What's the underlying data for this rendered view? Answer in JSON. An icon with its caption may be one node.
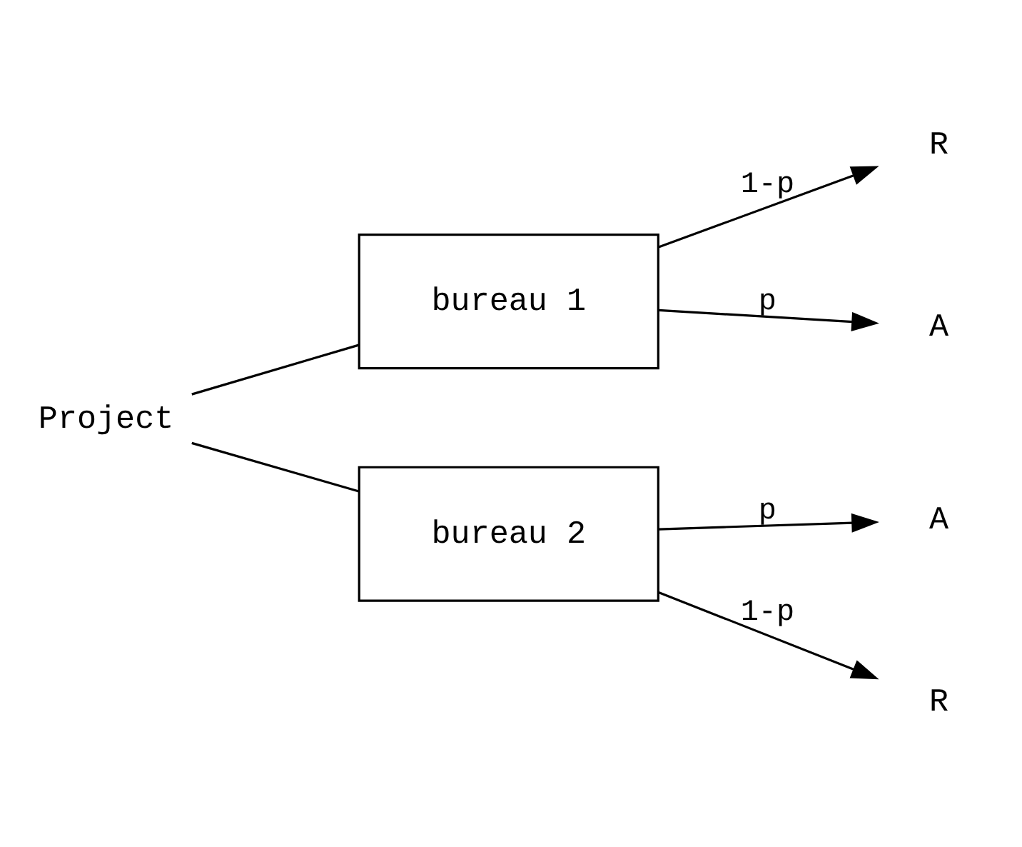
{
  "diagram": {
    "nodes": [
      {
        "text": [
          "Project"
        ]
      },
      {
        "text": [
          "bureau 1"
        ]
      },
      {
        "text": [
          "bureau 2"
        ]
      },
      {
        "text": [
          "R"
        ]
      },
      {
        "text": [
          "A"
        ]
      },
      {
        "text": [
          "A"
        ]
      },
      {
        "text": [
          "R"
        ]
      }
    ],
    "edges": [
      {
        "from": 0,
        "to": 1,
        "arrow": "none"
      },
      {
        "from": 0,
        "to": 2,
        "arrow": "none"
      },
      {
        "from": 1,
        "to": 3,
        "arrow": "to",
        "label": "1-p"
      },
      {
        "from": 1,
        "to": 4,
        "arrow": "to",
        "label": "p"
      },
      {
        "from": 2,
        "to": 5,
        "arrow": "to",
        "label": "p"
      },
      {
        "from": 2,
        "to": 6,
        "arrow": "to",
        "label": "1-p"
      }
    ]
  }
}
